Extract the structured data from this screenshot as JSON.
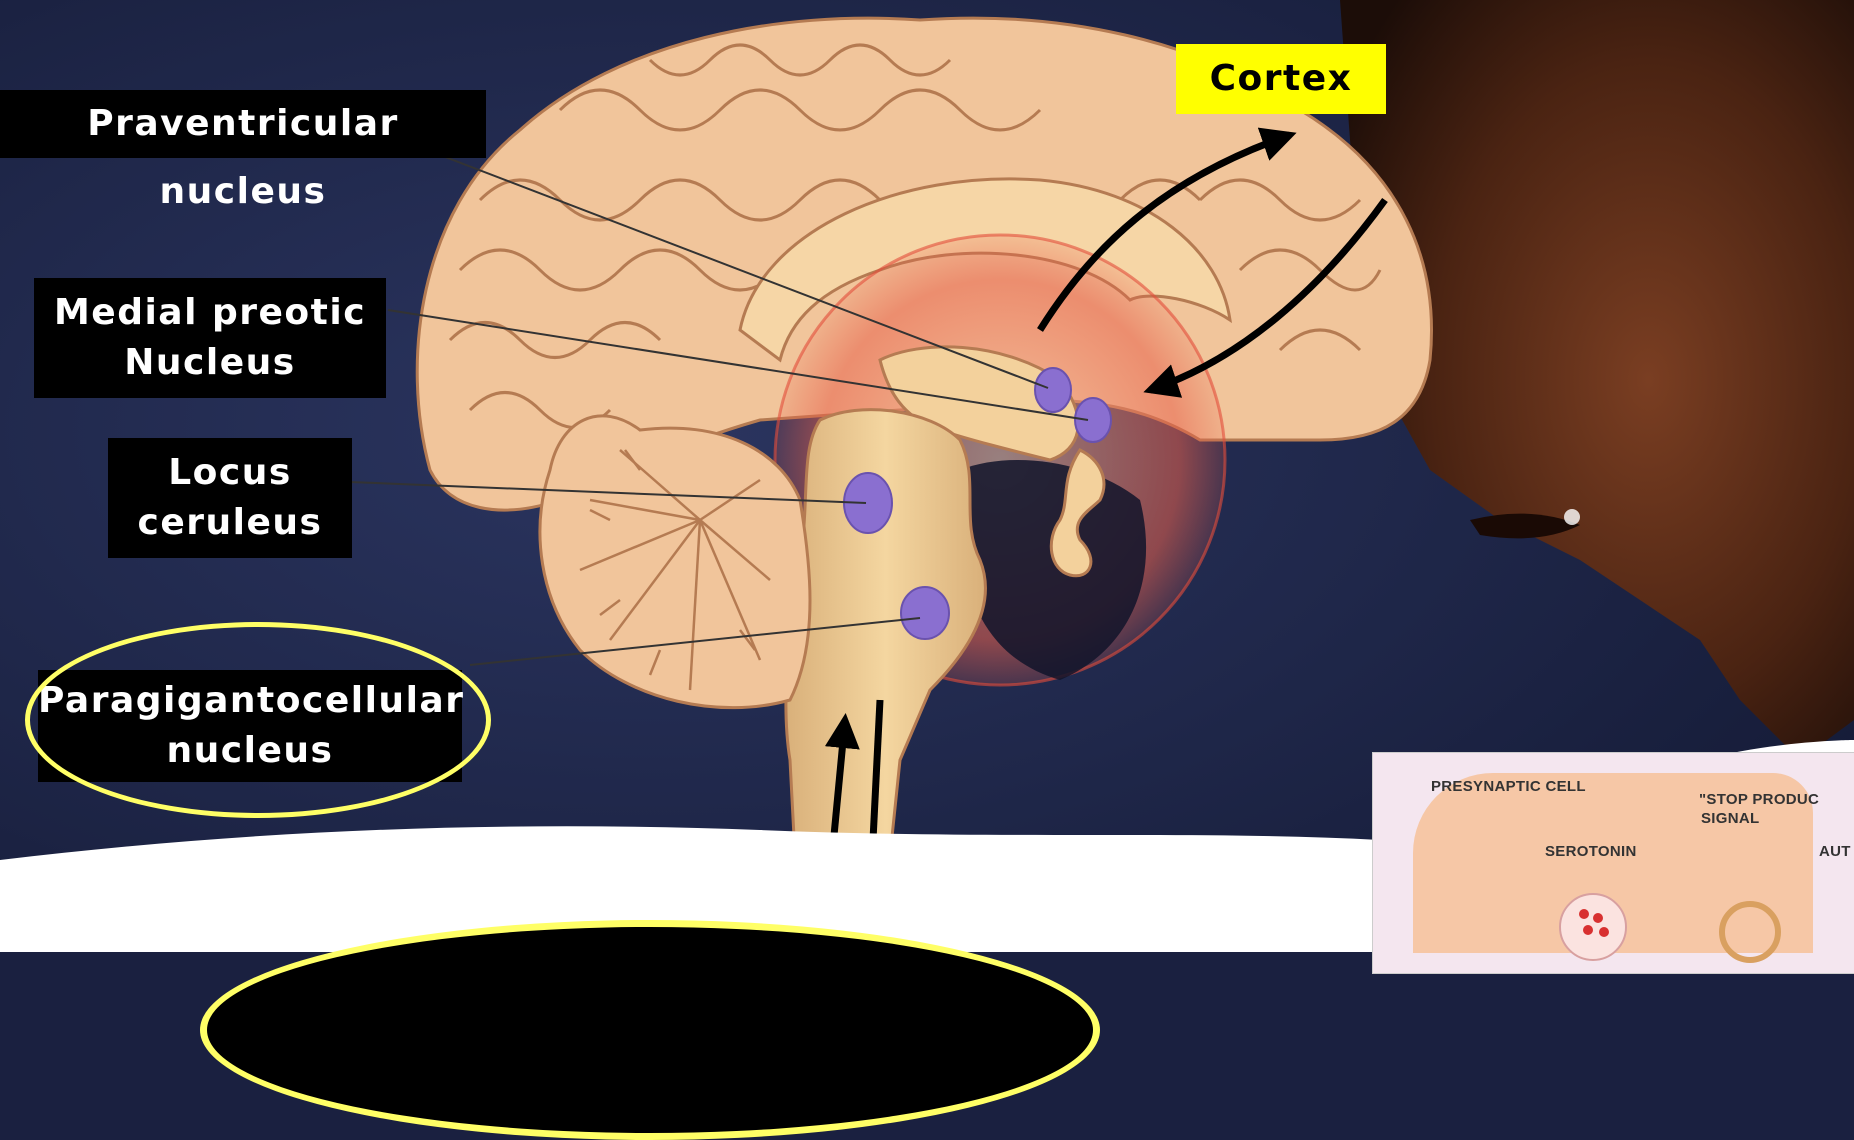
{
  "labels": {
    "cortex": "Cortex",
    "paraventricular": "Praventricular nucleus",
    "medial_preoptic_line1": "Medial preotic",
    "medial_preoptic_line2": "Nucleus",
    "locus_line1": "Locus",
    "locus_line2": "ceruleus",
    "paragig_line1": "Paragigantocellular",
    "paragig_line2": "nucleus"
  },
  "inset": {
    "presynaptic": "PRESYNAPTIC CELL",
    "stop_line1": "\"STOP PRODUC",
    "stop_line2": "SIGNAL",
    "serotonin": "SEROTONIN",
    "auto": "AUT"
  },
  "colors": {
    "label_bg": "#000000",
    "cortex_bg": "#ffff00",
    "highlight": "#ffff66",
    "nucleus": "#8a6fd0"
  }
}
